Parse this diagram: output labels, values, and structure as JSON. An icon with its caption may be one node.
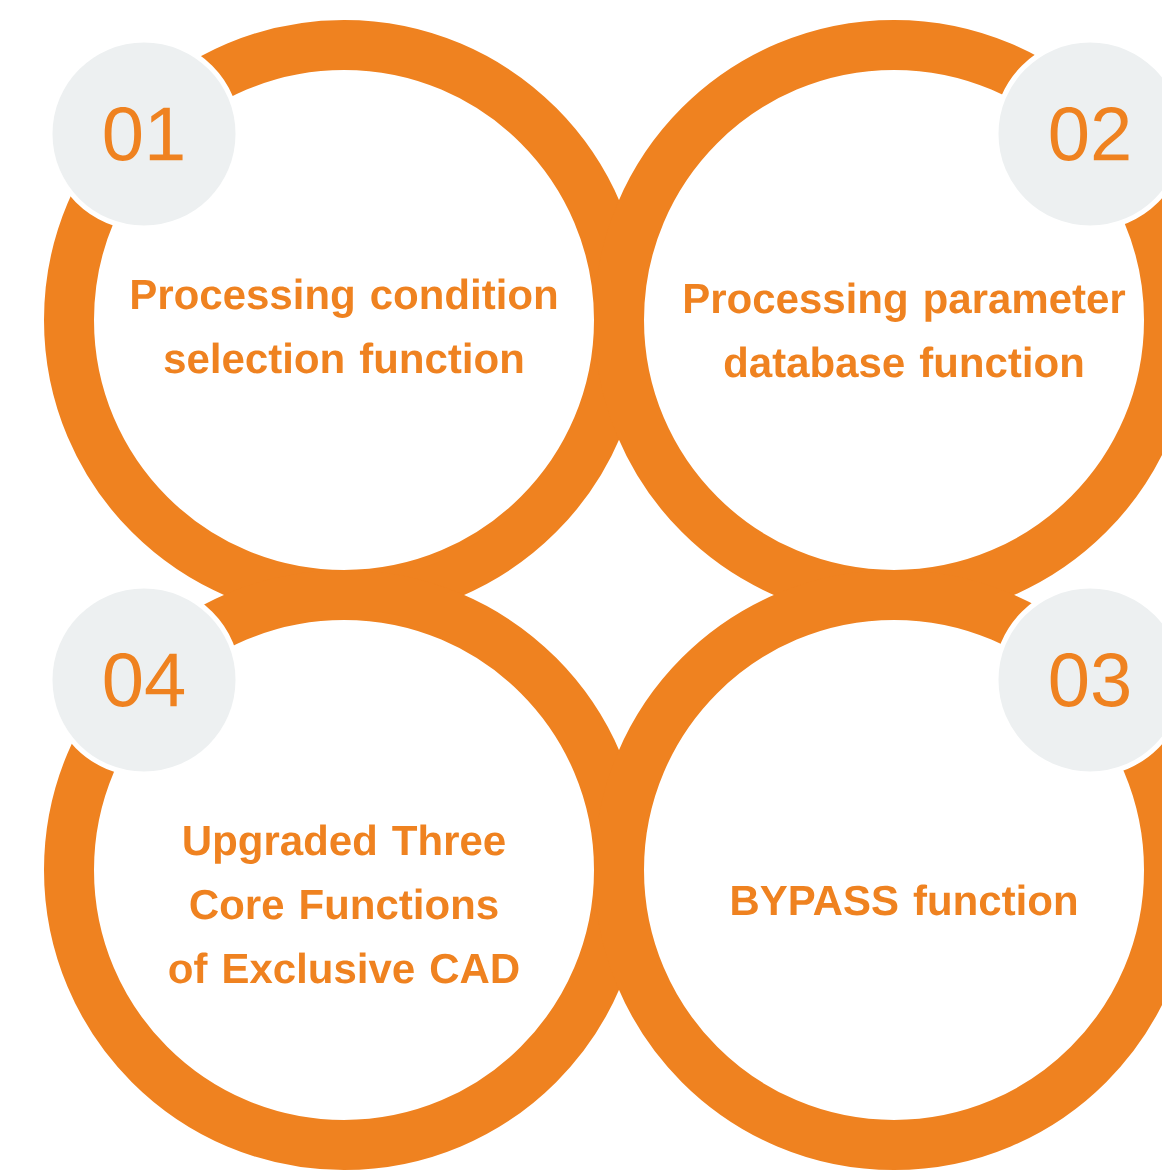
{
  "diagram": {
    "nodes": [
      {
        "text": [
          "01",
          "Processing condition selection function"
        ]
      },
      {
        "text": [
          "02",
          "Processing parameter database function"
        ]
      },
      {
        "text": [
          "04",
          "Upgraded Three Core Functions of Exclusive CAD"
        ]
      },
      {
        "text": [
          "03",
          "BYPASS function"
        ]
      }
    ]
  }
}
